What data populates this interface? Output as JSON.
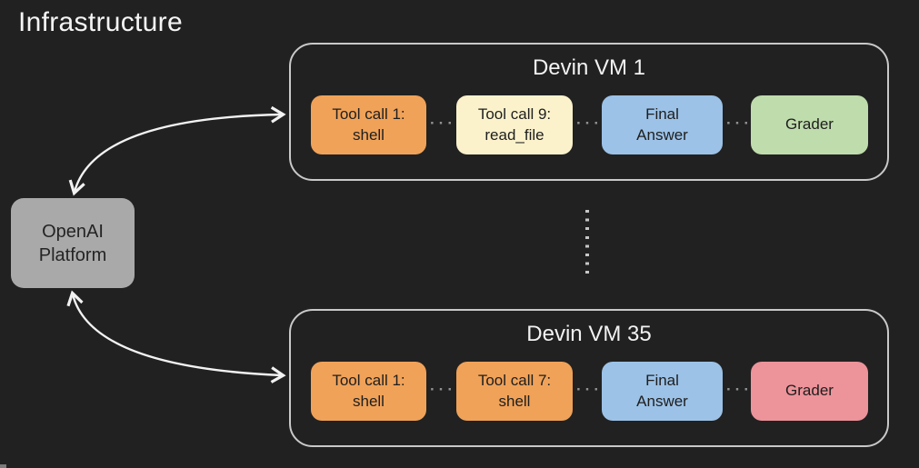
{
  "title": "Infrastructure",
  "platform": {
    "label": "OpenAI\nPlatform"
  },
  "ellipsis": "···",
  "vms": [
    {
      "title": "Devin VM 1",
      "steps": [
        {
          "label": "Tool call 1:\nshell",
          "color": "#f0a258"
        },
        {
          "label": "Tool call 9:\nread_file",
          "color": "#fbf2cc"
        },
        {
          "label": "Final\nAnswer",
          "color": "#9cc2e7"
        },
        {
          "label": "Grader",
          "color": "#bfdcac"
        }
      ]
    },
    {
      "title": "Devin VM 35",
      "steps": [
        {
          "label": "Tool call 1:\nshell",
          "color": "#f0a258"
        },
        {
          "label": "Tool call 7:\nshell",
          "color": "#f0a258"
        },
        {
          "label": "Final\nAnswer",
          "color": "#9cc2e7"
        },
        {
          "label": "Grader",
          "color": "#ed939a"
        }
      ]
    }
  ],
  "colors": {
    "background": "#212121",
    "platform_box": "#a9a9a9",
    "container_border": "#c9c9c9",
    "arrow": "#f2f2f2",
    "text_light": "#f2f2f2",
    "text_dark": "#1e1e1e",
    "ellipsis_dots": "#919191"
  }
}
